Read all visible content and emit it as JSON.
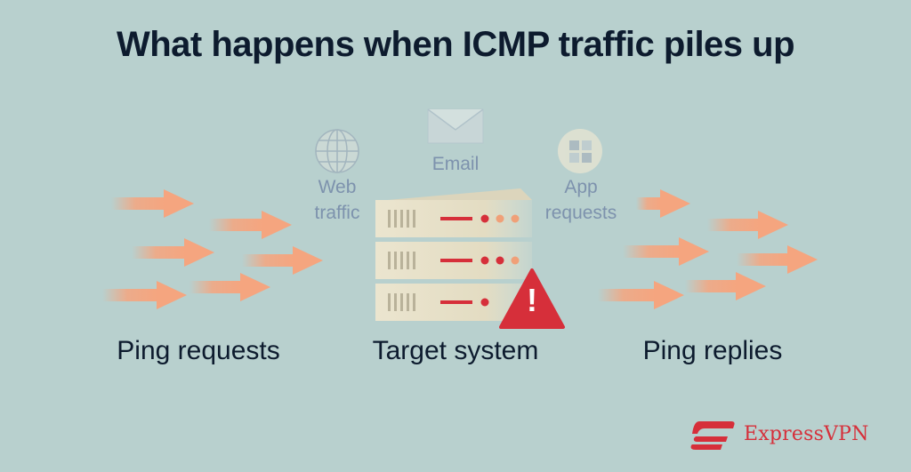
{
  "title": "What happens when ICMP traffic piles up",
  "labels": {
    "ping_requests": "Ping requests",
    "target_system": "Target system",
    "ping_replies": "Ping replies"
  },
  "services": {
    "web_line1": "Web",
    "web_line2": "traffic",
    "email": "Email",
    "app_line1": "App",
    "app_line2": "requests"
  },
  "brand": {
    "name": "ExpressVPN"
  },
  "warning_symbol": "!",
  "icons": {
    "web": "globe-icon",
    "email": "envelope-icon",
    "app": "app-grid-icon",
    "server": "server-rack-icon",
    "warning": "warning-triangle-icon",
    "logo": "expressvpn-logo-icon"
  },
  "colors": {
    "background": "#b8d0ce",
    "arrow": "#f5a57f",
    "server_body": "#ebe5cf",
    "warning": "#d62f3a",
    "title": "#0d1b2e",
    "faded_text": "#7d92ad"
  }
}
